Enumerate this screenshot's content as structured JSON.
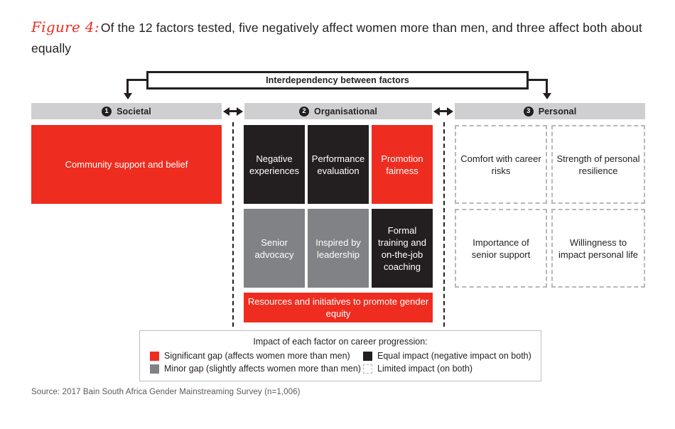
{
  "figure": {
    "label": "Figure 4:",
    "title": "Of the 12 factors tested, five negatively affect women more than men, and three affect both about equally"
  },
  "interdependency": {
    "label": "Interdependency between factors"
  },
  "columns": [
    {
      "number": "1",
      "label": "Societal"
    },
    {
      "number": "2",
      "label": "Organisational"
    },
    {
      "number": "3",
      "label": "Personal"
    }
  ],
  "societal": {
    "factors": [
      {
        "label": "Community support and belief",
        "impact": "significant-gap"
      }
    ]
  },
  "organisational": {
    "row1": [
      {
        "label": "Negative experiences",
        "impact": "equal-impact"
      },
      {
        "label": "Performance evaluation",
        "impact": "equal-impact"
      },
      {
        "label": "Promotion fairness",
        "impact": "significant-gap"
      }
    ],
    "row2": [
      {
        "label": "Senior advocacy",
        "impact": "minor-gap"
      },
      {
        "label": "Inspired by leadership",
        "impact": "minor-gap"
      },
      {
        "label": "Formal training and on-the-job coaching",
        "impact": "equal-impact"
      }
    ],
    "banner": {
      "label": "Resources and initiatives to promote gender equity",
      "impact": "significant-gap"
    }
  },
  "personal": {
    "row1": [
      {
        "label": "Comfort with career risks",
        "impact": "limited-impact"
      },
      {
        "label": "Strength of personal resilience",
        "impact": "limited-impact"
      }
    ],
    "row2": [
      {
        "label": "Importance of senior support",
        "impact": "limited-impact"
      },
      {
        "label": "Willingness to impact personal life",
        "impact": "limited-impact"
      }
    ]
  },
  "legend": {
    "title": "Impact of each factor on career progression:",
    "items": [
      {
        "swatch": "red",
        "label": "Significant gap (affects women more than men)"
      },
      {
        "swatch": "black",
        "label": "Equal impact (negative impact on both)"
      },
      {
        "swatch": "gray",
        "label": "Minor gap (slightly affects women more than men)"
      },
      {
        "swatch": "dashed",
        "label": "Limited impact (on both)"
      }
    ]
  },
  "source": "Source: 2017 Bain South Africa Gender Mainstreaming Survey (n=1,006)",
  "colors": {
    "significant_gap": "#ee2d20",
    "equal_impact": "#231f20",
    "minor_gap": "#808285",
    "limited_impact": "#b6b8ba",
    "header_band": "#cfcfd1",
    "accent": "#ee2d20"
  }
}
